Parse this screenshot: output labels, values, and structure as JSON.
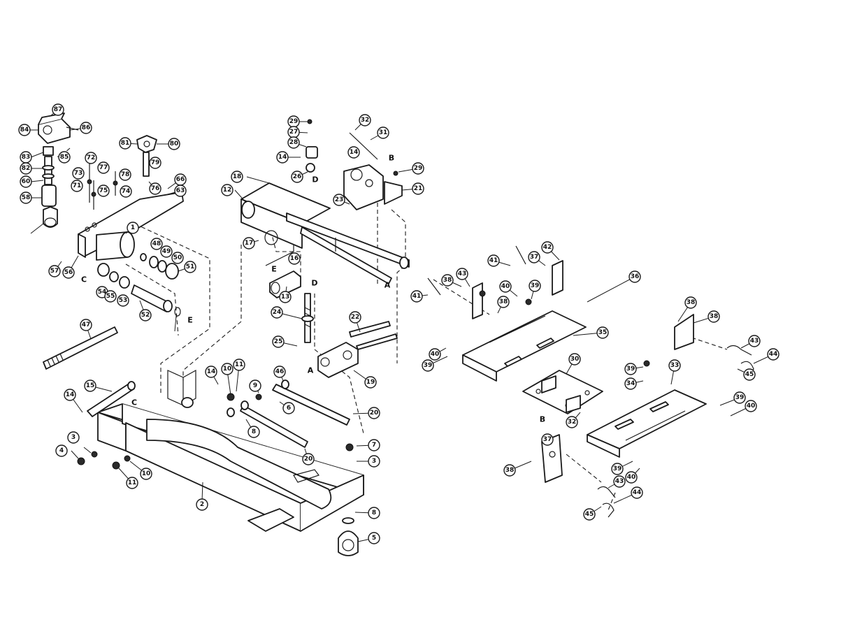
{
  "diagram": {
    "callouts": [
      {
        "id": "c87",
        "label": "87"
      },
      {
        "id": "c84",
        "label": "84"
      },
      {
        "id": "c86",
        "label": "86"
      },
      {
        "id": "c85",
        "label": "85"
      },
      {
        "id": "c83",
        "label": "83"
      },
      {
        "id": "c82",
        "label": "82"
      },
      {
        "id": "c60",
        "label": "60"
      },
      {
        "id": "c58",
        "label": "58"
      },
      {
        "id": "c81",
        "label": "81"
      },
      {
        "id": "c80",
        "label": "80"
      },
      {
        "id": "c72",
        "label": "72"
      },
      {
        "id": "c77",
        "label": "77"
      },
      {
        "id": "c78",
        "label": "78"
      },
      {
        "id": "c79",
        "label": "79"
      },
      {
        "id": "c73",
        "label": "73"
      },
      {
        "id": "c71",
        "label": "71"
      },
      {
        "id": "c75",
        "label": "75"
      },
      {
        "id": "c74",
        "label": "74"
      },
      {
        "id": "c76",
        "label": "76"
      },
      {
        "id": "c66",
        "label": "66"
      },
      {
        "id": "c1",
        "label": "1"
      },
      {
        "id": "c48",
        "label": "48"
      },
      {
        "id": "c49",
        "label": "49"
      },
      {
        "id": "c50",
        "label": "50"
      },
      {
        "id": "c51",
        "label": "51"
      },
      {
        "id": "c57",
        "label": "57"
      },
      {
        "id": "c56",
        "label": "56"
      },
      {
        "id": "c54",
        "label": "54"
      },
      {
        "id": "c55",
        "label": "55"
      },
      {
        "id": "c53",
        "label": "53"
      },
      {
        "id": "c52",
        "label": "52"
      },
      {
        "id": "c63",
        "label": "63"
      },
      {
        "id": "c47",
        "label": "47"
      },
      {
        "id": "c29",
        "label": "29"
      },
      {
        "id": "c27",
        "label": "27"
      },
      {
        "id": "c28",
        "label": "28"
      },
      {
        "id": "c14a",
        "label": "14"
      },
      {
        "id": "c26",
        "label": "26"
      },
      {
        "id": "c32",
        "label": "32"
      },
      {
        "id": "c31",
        "label": "31"
      },
      {
        "id": "c14b",
        "label": "14"
      },
      {
        "id": "c29b",
        "label": "29"
      },
      {
        "id": "c21",
        "label": "21"
      },
      {
        "id": "c23",
        "label": "23"
      },
      {
        "id": "c18",
        "label": "18"
      },
      {
        "id": "c12",
        "label": "12"
      },
      {
        "id": "c17",
        "label": "17"
      },
      {
        "id": "c16",
        "label": "16"
      },
      {
        "id": "c13",
        "label": "13"
      },
      {
        "id": "c24",
        "label": "24"
      },
      {
        "id": "c22",
        "label": "22"
      },
      {
        "id": "c25",
        "label": "25"
      },
      {
        "id": "c19",
        "label": "19"
      },
      {
        "id": "c14c",
        "label": "14"
      },
      {
        "id": "c10a",
        "label": "10"
      },
      {
        "id": "c11a",
        "label": "11"
      },
      {
        "id": "c46",
        "label": "46"
      },
      {
        "id": "c9",
        "label": "9"
      },
      {
        "id": "c15",
        "label": "15"
      },
      {
        "id": "c14d",
        "label": "14"
      },
      {
        "id": "c6",
        "label": "6"
      },
      {
        "id": "c8a",
        "label": "8"
      },
      {
        "id": "c20a",
        "label": "20"
      },
      {
        "id": "c20b",
        "label": "20"
      },
      {
        "id": "c4",
        "label": "4"
      },
      {
        "id": "c3a",
        "label": "3"
      },
      {
        "id": "c11b",
        "label": "11"
      },
      {
        "id": "c10b",
        "label": "10"
      },
      {
        "id": "c2",
        "label": "2"
      },
      {
        "id": "c7",
        "label": "7"
      },
      {
        "id": "c3b",
        "label": "3"
      },
      {
        "id": "c8b",
        "label": "8"
      },
      {
        "id": "c5",
        "label": "5"
      },
      {
        "id": "c42",
        "label": "42"
      },
      {
        "id": "c41a",
        "label": "41"
      },
      {
        "id": "c37a",
        "label": "37"
      },
      {
        "id": "c43a",
        "label": "43"
      },
      {
        "id": "c41b",
        "label": "41"
      },
      {
        "id": "c36",
        "label": "36"
      },
      {
        "id": "c40a",
        "label": "40"
      },
      {
        "id": "c39a",
        "label": "39"
      },
      {
        "id": "c38a",
        "label": "38"
      },
      {
        "id": "c38b",
        "label": "38"
      },
      {
        "id": "c35",
        "label": "35"
      },
      {
        "id": "c40b",
        "label": "40"
      },
      {
        "id": "c39b",
        "label": "39"
      },
      {
        "id": "c30",
        "label": "30"
      },
      {
        "id": "c32b",
        "label": "32"
      },
      {
        "id": "c39c",
        "label": "39"
      },
      {
        "id": "c34",
        "label": "34"
      },
      {
        "id": "c33",
        "label": "33"
      },
      {
        "id": "c38c",
        "label": "38"
      },
      {
        "id": "c38d",
        "label": "38"
      },
      {
        "id": "c43b",
        "label": "43"
      },
      {
        "id": "c44a",
        "label": "44"
      },
      {
        "id": "c45a",
        "label": "45"
      },
      {
        "id": "c39d",
        "label": "39"
      },
      {
        "id": "c40c",
        "label": "40"
      },
      {
        "id": "c37b",
        "label": "37"
      },
      {
        "id": "c38e",
        "label": "38"
      },
      {
        "id": "c39e",
        "label": "39"
      },
      {
        "id": "c40d",
        "label": "40"
      },
      {
        "id": "c43c",
        "label": "43"
      },
      {
        "id": "c44b",
        "label": "44"
      },
      {
        "id": "c45b",
        "label": "45"
      }
    ],
    "refs": [
      {
        "id": "rC1",
        "label": "C"
      },
      {
        "id": "rE",
        "label": "E"
      },
      {
        "id": "rB1",
        "label": "B"
      },
      {
        "id": "rD1",
        "label": "D"
      },
      {
        "id": "rA1",
        "label": "A"
      },
      {
        "id": "rE2",
        "label": "E"
      },
      {
        "id": "rD2",
        "label": "D"
      },
      {
        "id": "rA2",
        "label": "A"
      },
      {
        "id": "rC2",
        "label": "C"
      },
      {
        "id": "rB2",
        "label": "B"
      }
    ]
  }
}
